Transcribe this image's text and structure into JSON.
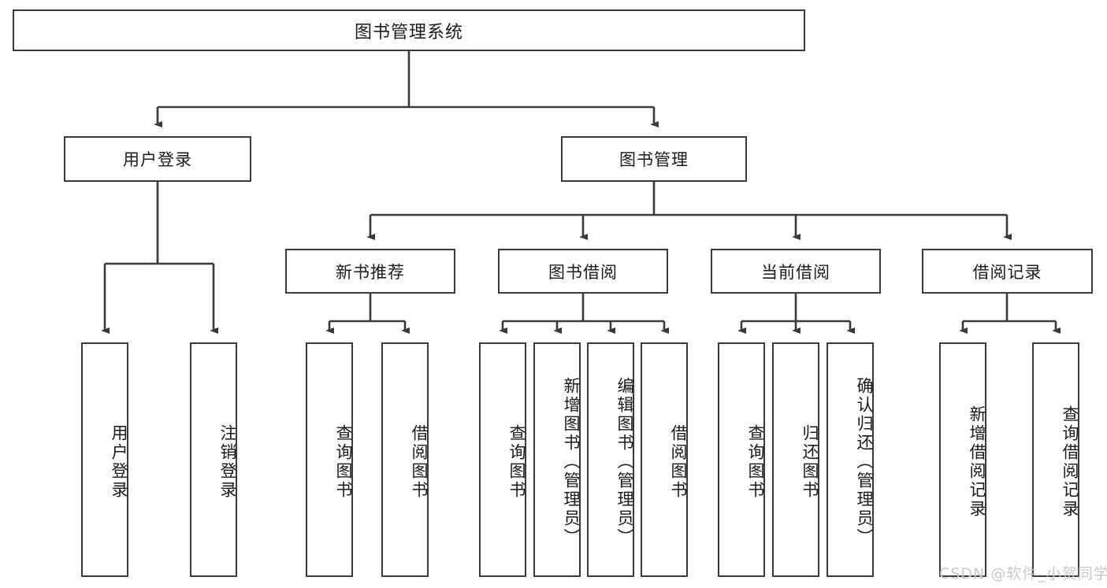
{
  "diagram": {
    "title": "图书管理系统",
    "type": "hierarchy-tree",
    "root": {
      "label": "图书管理系统"
    },
    "level2": [
      {
        "label": "用户登录"
      },
      {
        "label": "图书管理"
      }
    ],
    "level3": [
      {
        "label": "新书推荐"
      },
      {
        "label": "图书借阅"
      },
      {
        "label": "当前借阅"
      },
      {
        "label": "借阅记录"
      }
    ],
    "leaves": {
      "user_login": [
        {
          "label": "用户登录"
        },
        {
          "label": "注销登录"
        }
      ],
      "new_book_recommend": [
        {
          "label": "查询图书"
        },
        {
          "label": "借阅图书"
        }
      ],
      "book_borrow": [
        {
          "label": "查询图书"
        },
        {
          "label": "新增图书（管理员）"
        },
        {
          "label": "编辑图书（管理员）"
        },
        {
          "label": "借阅图书"
        }
      ],
      "current_borrow": [
        {
          "label": "查询图书"
        },
        {
          "label": "归还图书"
        },
        {
          "label": "确认归还（管理员）"
        }
      ],
      "borrow_record": [
        {
          "label": "新增借阅记录"
        },
        {
          "label": "查询借阅记录"
        }
      ]
    }
  },
  "watermark": {
    "text": "CSDN @软件_小贺同学"
  },
  "colors": {
    "stroke": "#3a3a3a",
    "box_fill": "#ffffff",
    "text": "#1a1a1a",
    "watermark": "#c9c9c9",
    "background": "#ffffff"
  }
}
